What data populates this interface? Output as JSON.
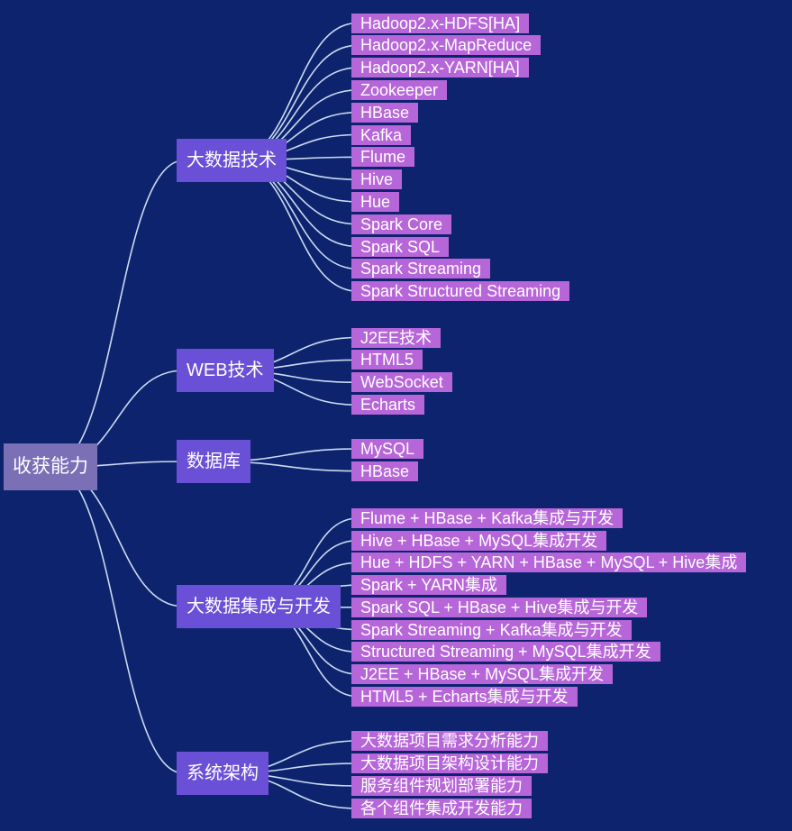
{
  "canvas": {
    "background_color": "#0d236e",
    "line_color": "#cbdaf0"
  },
  "mindmap": {
    "root": {
      "label": "收获能力",
      "bg_color": "#7b6fb6"
    },
    "branch_bg_color": "#6a50d6",
    "leaf_bg_color": "#b766d9",
    "text_color": "#ffffff",
    "branches": [
      {
        "label": "大数据技术",
        "leaves": [
          "Hadoop2.x-HDFS[HA]",
          "Hadoop2.x-MapReduce",
          "Hadoop2.x-YARN[HA]",
          "Zookeeper",
          "HBase",
          "Kafka",
          "Flume",
          "Hive",
          "Hue",
          "Spark Core",
          "Spark SQL",
          "Spark Streaming",
          "Spark Structured Streaming"
        ]
      },
      {
        "label": "WEB技术",
        "leaves": [
          "J2EE技术",
          "HTML5",
          "WebSocket",
          "Echarts"
        ]
      },
      {
        "label": "数据库",
        "leaves": [
          "MySQL",
          "HBase"
        ]
      },
      {
        "label": "大数据集成与开发",
        "leaves": [
          "Flume + HBase + Kafka集成与开发",
          "Hive + HBase + MySQL集成开发",
          "Hue + HDFS + YARN + HBase + MySQL + Hive集成",
          "Spark + YARN集成",
          "Spark SQL + HBase + Hive集成与开发",
          "Spark Streaming + Kafka集成与开发",
          "Structured Streaming + MySQL集成开发",
          "J2EE + HBase + MySQL集成开发",
          "HTML5 + Echarts集成与开发"
        ]
      },
      {
        "label": "系统架构",
        "leaves": [
          "大数据项目需求分析能力",
          "大数据项目架构设计能力",
          "服务组件规划部署能力",
          "各个组件集成开发能力"
        ]
      }
    ]
  }
}
